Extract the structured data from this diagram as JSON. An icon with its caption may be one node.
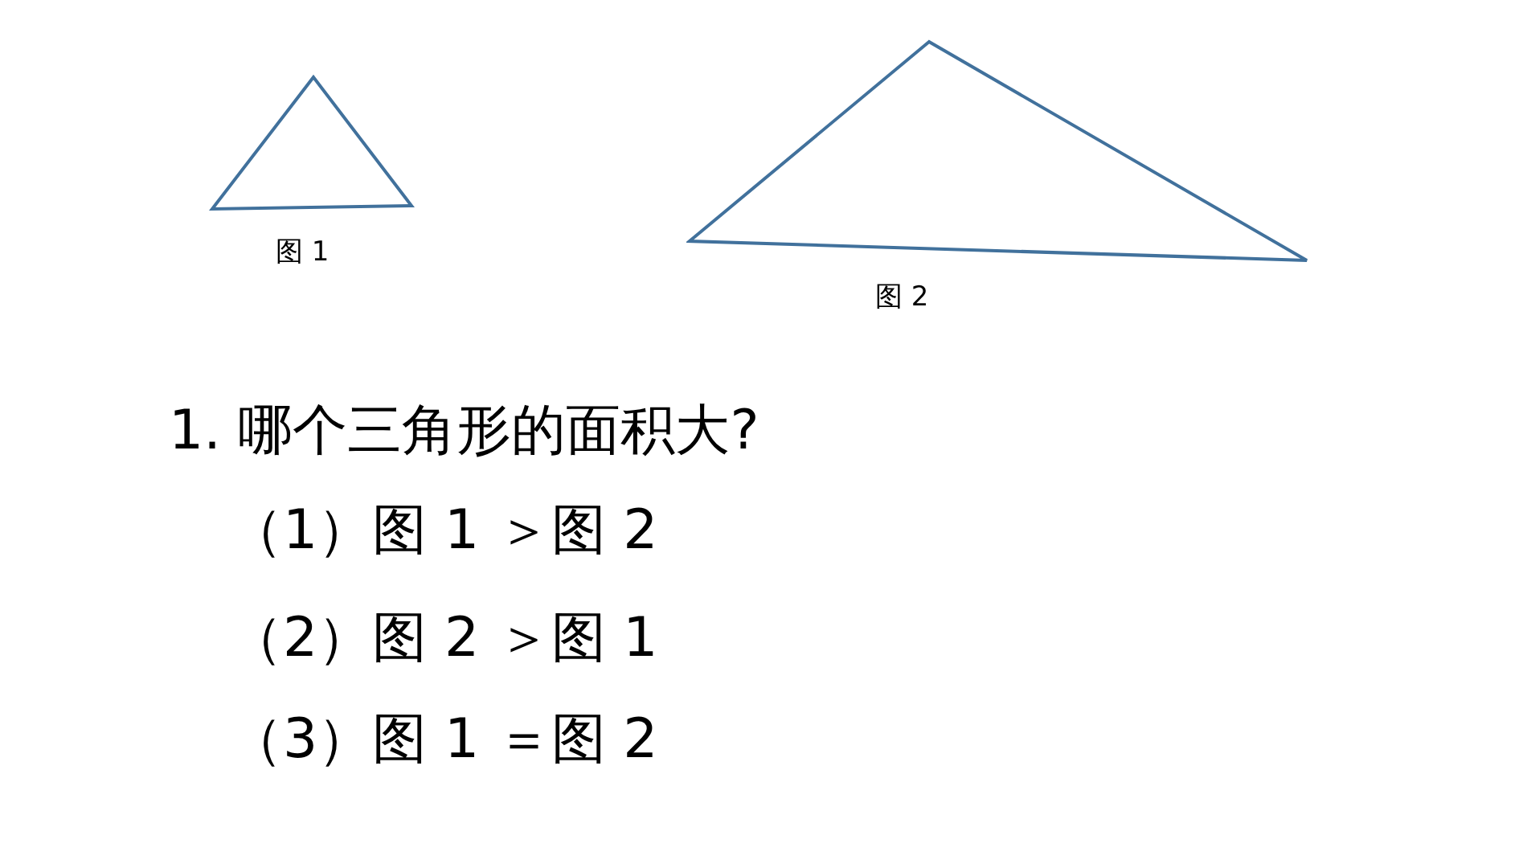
{
  "diagram": {
    "nodes": [
      {
        "text": [],
        "shape": "triangle",
        "beside": [
          "图 1"
        ]
      },
      {
        "text": [],
        "shape": "triangle",
        "beside": [
          "图 2"
        ]
      }
    ],
    "labels": [
      "1. 哪个三角形的面积大?",
      "（1）图 1 ＞图 2",
      "（2）图 2 ＞图 1",
      "（3）图 1 ＝图 2"
    ]
  }
}
